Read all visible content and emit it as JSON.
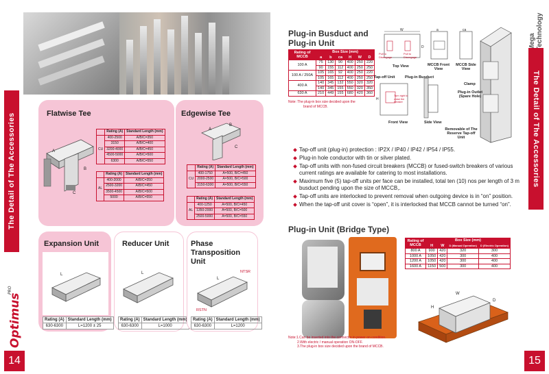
{
  "left_page": {
    "page_number": "14",
    "sidebar_title": "The Detail of The Accessories",
    "logo_text": "Optimus",
    "logo_sub": "PRO",
    "flatwise": {
      "title": "Flatwise Tee",
      "headers": [
        "Rating (A)",
        "Standard Length (mm)"
      ],
      "groups": [
        {
          "label": "CU",
          "rows": [
            [
              "400-2500",
              "A/B/C=350"
            ],
            [
              "3150",
              "A/B/C=400"
            ],
            [
              "3200-4000",
              "A/B/C=450"
            ],
            [
              "4500-5000",
              "A/B/C=500"
            ],
            [
              "6300",
              "A/B/C=550"
            ]
          ]
        },
        {
          "label": "AL",
          "rows": [
            [
              "400-2000",
              "A/B/C=350"
            ],
            [
              "2500-3200",
              "A/B/C=450"
            ],
            [
              "3500-4500",
              "A/B/C=500"
            ],
            [
              "5000",
              "A/B/C=550"
            ]
          ]
        }
      ],
      "diagram_labels": [
        "A",
        "B",
        "C"
      ]
    },
    "edgewise": {
      "title": "Edgewise Tee",
      "headers": [
        "Rating (A)",
        "Standard Length (mm)"
      ],
      "groups": [
        {
          "label": "CU",
          "rows": [
            [
              "400-1750",
              "A=500, B/C=450"
            ],
            [
              "2000-2500",
              "A=500, B/C=500"
            ],
            [
              "3150-6300",
              "A=500, B/C=550"
            ]
          ]
        },
        {
          "label": "AL",
          "rows": [
            [
              "400-1250",
              "A=500, B/C=450"
            ],
            [
              "1350-2000",
              "A=500, B/C=500"
            ],
            [
              "2500-5000",
              "A=500, B/C=550"
            ]
          ]
        }
      ],
      "diagram_labels": [
        "A",
        "B",
        "C"
      ]
    },
    "expansion": {
      "title": "Expansion Unit",
      "headers": [
        "Rating (A)",
        "Standard Length (mm)"
      ],
      "row": [
        "630-6300",
        "L=1200 ± 25"
      ],
      "diagram_label": "L"
    },
    "reducer": {
      "title": "Reducer Unit",
      "headers": [
        "Rating (A)",
        "Standard Length (mm)"
      ],
      "row": [
        "630-6300",
        "L=1000"
      ],
      "diagram_label": "L"
    },
    "phase": {
      "title": "Phase Transposition Unit",
      "headers": [
        "Rating (A)",
        "Standard Length (mm)"
      ],
      "row": [
        "630-6300",
        "L=1200"
      ],
      "diagram_labels": [
        "NTSR",
        "RSTN",
        "L"
      ]
    }
  },
  "right_page": {
    "page_number": "15",
    "sidebar_title": "The Detail of The Accessories",
    "brand_side": "Mega Technology",
    "plugin_busduct": {
      "title_line1": "Plug-in Busduct and",
      "title_line2": "Plug-in Unit",
      "header_rating": "Rating of MCCB",
      "header_box": "Box Size (mm)",
      "sub_headers": [
        "a",
        "b",
        "ca",
        "H",
        "W",
        "D"
      ],
      "rows": [
        {
          "rating": "100 A",
          "values": [
            [
              "75",
              "130",
              "90",
              "400",
              "250",
              "220"
            ],
            [
              "90",
              "155",
              "112",
              "400",
              "250",
              "250"
            ]
          ]
        },
        {
          "rating": "100 A / 250A",
          "values": [
            [
              "105",
              "165",
              "92",
              "400",
              "250",
              "220"
            ],
            [
              "105",
              "165",
              "112",
              "400",
              "250",
              "250"
            ]
          ]
        },
        {
          "rating": "400 A",
          "values": [
            [
              "140",
              "345",
              "132",
              "550",
              "320",
              "320"
            ],
            [
              "140",
              "345",
              "155",
              "550",
              "320",
              "350"
            ]
          ]
        },
        {
          "rating": "630 A",
          "values": [
            [
              "210",
              "449",
              "155",
              "680",
              "420",
              "360"
            ]
          ]
        }
      ],
      "note_line1": "Note: The plug-in box size decided upon the",
      "note_line2": "brand of MCCB."
    },
    "drawing_labels": {
      "top_view": "Top View",
      "mccb_front": "MCCB Front View",
      "mccb_side": "MCCB Side View",
      "front_view": "Front View",
      "side_view": "Side View",
      "tapoff_unit": "Tap-off Unit",
      "plugin_busduct": "Plug-in Busduct",
      "clamp": "Clamp",
      "plugin_outlet": "Plug-in Outlet (Spare Hole)",
      "removable": "Removable of The Reserve Tap-off Unit",
      "pull_disengage": "Pull to Disengage",
      "turn_right": "Turn right to close the breaker"
    },
    "bullets": [
      "Tap-off unit (plug-in) protection : IP2X / IP40 / IP42 / IP54 / IP55.",
      "Plug-in hole conductor with  tin or silver plated.",
      "Tap-off units with non-fused circuit breakers (MCCB) or fused-switch breakers of various current  ratings are available for catering to most installations.",
      "Maximum five (5) tap-off units per face can be installed, total ten (10) nos per length of 3 m busduct pending upon the size of MCCB,.",
      "Tap-off units are interlocked to prevent removal when outgoing device is in “on” position.",
      "When the tap-off unit cover is “open”, it is interlocked that MCCB cannot be turned “on”."
    ],
    "bridge": {
      "title": "Plug-in Unit (Bridge Type)",
      "header_rating": "Rating of MCCB",
      "header_box": "Box Size (mm)",
      "sub_headers": [
        "H",
        "W",
        "D (Manual Operation)",
        "D (Electric Operation)"
      ],
      "rows": [
        [
          "800 A",
          "900",
          "420",
          "320",
          "300"
        ],
        [
          "1000 A",
          "1050",
          "420",
          "300",
          "400"
        ],
        [
          "1200 A",
          "1050",
          "420",
          "300",
          "400"
        ],
        [
          "1600 A",
          "1150",
          "500",
          "300",
          "400"
        ]
      ],
      "diagram_labels": [
        "H",
        "W",
        "D"
      ]
    },
    "bridge_notes": [
      "Note:1.Can be inserted into the connector in power on condition.",
      "2.With electric / manual operation ON-OFF.",
      "3.The plug-in box size decided upon the brand of MCCB."
    ]
  },
  "colors": {
    "accent": "#c8102e",
    "pink": "#f6c5d6",
    "orange": "#e06a1e"
  }
}
